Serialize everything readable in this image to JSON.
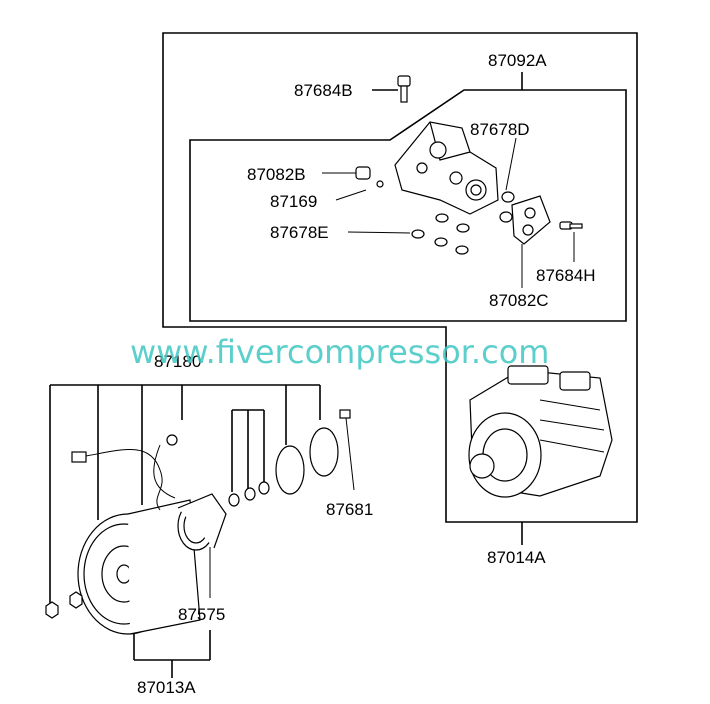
{
  "watermark": "www.fivercompressor.com",
  "labels": {
    "p87092A": "87092A",
    "p87684B": "87684B",
    "p87678D": "87678D",
    "p87082B": "87082B",
    "p87169": "87169",
    "p87678E": "87678E",
    "p87684H": "87684H",
    "p87082C": "87082C",
    "p87180": "87180",
    "p87681": "87681",
    "p87014A": "87014A",
    "p87575": "87575",
    "p87013A": "87013A"
  }
}
